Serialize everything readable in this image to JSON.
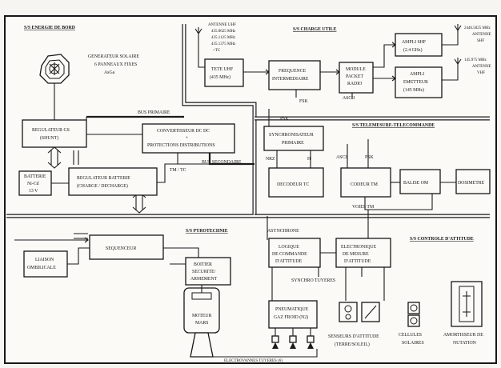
{
  "sections": {
    "power": "S/S ENERGIE DE BORD",
    "payload": "S/S CHARGE UTILE",
    "telemetry": "S/S TELEMESURE-TELECOMMANDE",
    "pyro": "S/S PYROTECHNIE",
    "attitude": "S/S CONTROLE D'ATTITUDE"
  },
  "solar": {
    "l1": "GENERATEUR SOLAIRE",
    "l2": "6 PANNEAUX FIXES",
    "l3": "AsGa"
  },
  "regulateur_gs": {
    "l1": "REGULATEUR GS",
    "l2": "(SHUNT)"
  },
  "convertisseur": {
    "l1": "CONVERTISSEUR DC DC",
    "l2": "+",
    "l3": "PROTECTIONS DISTRIBUTIONS"
  },
  "batteries": {
    "l1": "BATTERIE",
    "l2": "Ni-Cd",
    "l3": "13 V"
  },
  "regulateur_batterie": {
    "l1": "REGULATEUR BATTERIE",
    "l2": "(CHARGE / DECHARGE)"
  },
  "bus": {
    "primaire": "BUS PRIMAIRE",
    "secondaire": "BUS SECONDAIRE",
    "tmtc": "TM / TC"
  },
  "antenna_uhf": {
    "l1": "ANTENNE UHF",
    "l2": "435.0625 MHz",
    "l3": "435.1125 MHz",
    "l4": "435.1375 MHz",
    "l5": "+TC"
  },
  "tete_uhf": {
    "l1": "TETE UHF",
    "l2": "(435 MHz)"
  },
  "frequence": {
    "l1": "FREQUENCE",
    "l2": "INTERMEDIAIRE"
  },
  "module_packet": {
    "l1": "MODULE",
    "l2": "PACKET",
    "l3": "RADIO"
  },
  "ampli_shf": {
    "l1": "AMPLI SHF",
    "l2": "(2.4 GHz)"
  },
  "ampli_vhf": {
    "l1": "AMPLI",
    "l2": "EMETTEUR",
    "l3": "(145 MHz)"
  },
  "antenna_shf": {
    "l1": "2446.5025 MHz",
    "l2": "ANTENNE",
    "l3": "SHF"
  },
  "antenna_vhf": {
    "l1": "145.975 MHz",
    "l2": "ANTENNE",
    "l3": "VHF"
  },
  "signals": {
    "fsk_a": "FSK",
    "ascii_a": "ASCII",
    "psk_a": "PSK",
    "nrz": "NRZ",
    "h": "H",
    "ascii_b": "ASCII",
    "psk_b": "PSK",
    "fsk_b": "PSK",
    "voies_tm": "VOIES TM",
    "asynchrone": "ASYNCHRONE",
    "synchro": "SYNCHRO TUYERES"
  },
  "synchronisateur": {
    "l1": "SYNCHRONISATEUR",
    "l2": "PRIMAIRE"
  },
  "decodeur": {
    "l1": "DECODEUR TC"
  },
  "codeur": {
    "l1": "CODEUR TM"
  },
  "balise": {
    "l1": "BALISE OM"
  },
  "dosimetre": {
    "l1": "DOSIMETRE"
  },
  "sequenceur": {
    "l1": "SEQUENCEUR"
  },
  "liaison": {
    "l1": "LIAISON",
    "l2": "OMBILICALE"
  },
  "boitier": {
    "l1": "BOITIER",
    "l2": "SECURITE/",
    "l3": "ARMEMENT"
  },
  "moteur": {
    "l1": "MOTEUR",
    "l2": "MARS"
  },
  "logique": {
    "l1": "LOGIQUE",
    "l2": "DE COMMANDE",
    "l3": "D'ATTITUDE"
  },
  "electronique": {
    "l1": "ELECTRONIQUE",
    "l2": "DE MESURE",
    "l3": "D'ATTITUDE"
  },
  "pneumatique": {
    "l1": "PNEUMATIQUE",
    "l2": "GAZ FROID (N2)"
  },
  "capteurs": {
    "l1": "SENSEURS D'ATTITUDE",
    "l2": "(TERRE/SOLEIL)"
  },
  "cellules": {
    "l1": "CELLULES",
    "l2": "SOLAIRES"
  },
  "amortisseur": {
    "l1": "AMORTISSEUR DE",
    "l2": "NUTATION"
  },
  "electrovannes": "ELECTROVANNES TUYERES (6)"
}
